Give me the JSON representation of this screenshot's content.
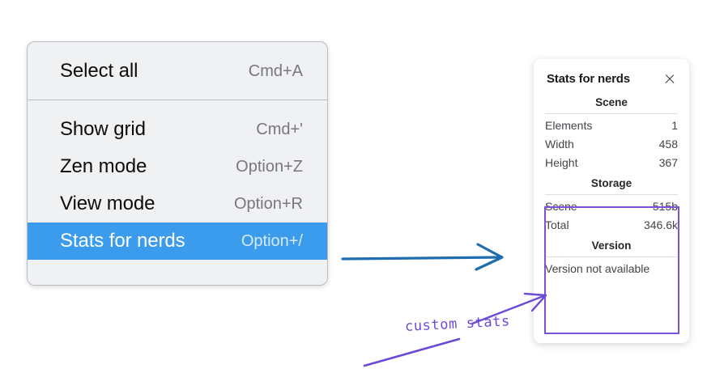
{
  "context_menu": {
    "groups": [
      {
        "items": [
          {
            "label": "Select all",
            "shortcut": "Cmd+A",
            "selected": false
          }
        ]
      },
      {
        "items": [
          {
            "label": "Show grid",
            "shortcut": "Cmd+'",
            "selected": false
          },
          {
            "label": "Zen mode",
            "shortcut": "Option+Z",
            "selected": false
          },
          {
            "label": "View mode",
            "shortcut": "Option+R",
            "selected": false
          },
          {
            "label": "Stats for nerds",
            "shortcut": "Option+/",
            "selected": true
          }
        ]
      }
    ],
    "selected_bg": "#3b9bec"
  },
  "stats_panel": {
    "title": "Stats for nerds",
    "close_icon": "close-icon",
    "sections": [
      {
        "heading": "Scene",
        "rows": [
          {
            "key": "Elements",
            "value": "1"
          },
          {
            "key": "Width",
            "value": "458"
          },
          {
            "key": "Height",
            "value": "367"
          }
        ]
      },
      {
        "heading": "Storage",
        "rows": [
          {
            "key": "Scene",
            "value": "515b"
          },
          {
            "key": "Total",
            "value": "346.6k"
          }
        ]
      },
      {
        "heading": "Version",
        "single": "Version not available"
      }
    ]
  },
  "annotations": {
    "highlight_color": "#7b52d8",
    "handwritten_label": "custom stats",
    "blue_arrow_color": "#1f6cb0"
  }
}
